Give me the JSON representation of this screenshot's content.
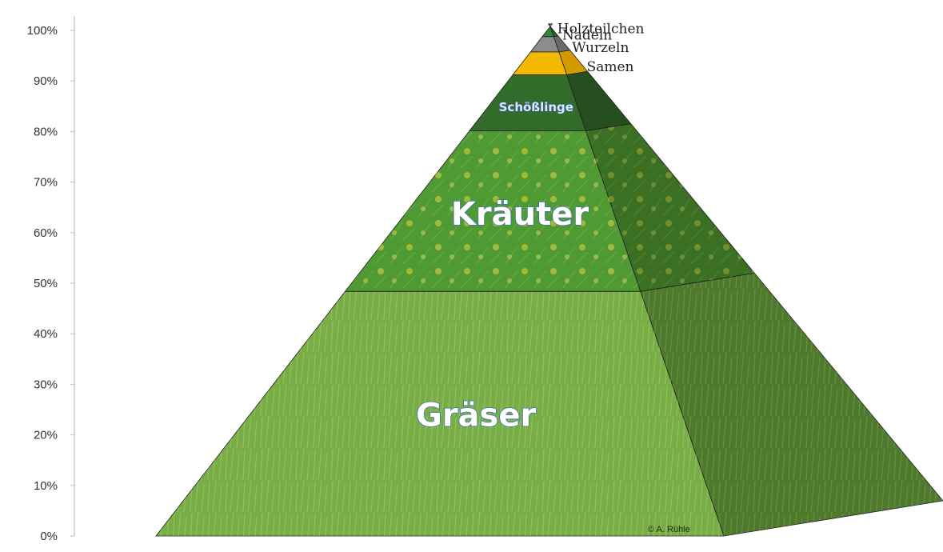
{
  "chart_data": {
    "type": "pyramid",
    "y_ticks": [
      "0%",
      "10%",
      "20%",
      "30%",
      "40%",
      "50%",
      "60%",
      "70%",
      "80%",
      "90%",
      "100%"
    ],
    "ylim": [
      0,
      100
    ],
    "series": [
      {
        "name": "Gräser",
        "value": 48,
        "fill": "#79ad45",
        "side_fill": "#4f7a2d",
        "label_style": "large"
      },
      {
        "name": "Kräuter",
        "value": 31.5,
        "fill": "#4f9a32",
        "side_fill": "#3b6f24",
        "label_style": "large"
      },
      {
        "name": "Schößlinge",
        "value": 11,
        "fill": "#336b2a",
        "side_fill": "#264f20",
        "label_style": "small"
      },
      {
        "name": "Samen",
        "value": 4.5,
        "fill": "#f3b800",
        "side_fill": "#d39a00",
        "label_style": "outside"
      },
      {
        "name": "Wurzeln",
        "value": 3,
        "fill": "#8c8c8c",
        "side_fill": "#6b6b6b",
        "label_style": "outside"
      },
      {
        "name": "Nadeln",
        "value": 2,
        "fill": "#2f8a38",
        "side_fill": "#216329",
        "label_style": "outside"
      },
      {
        "name": "Holzteilchen",
        "value": 0.5,
        "fill": "#d7b98a",
        "side_fill": "#b29363",
        "label_style": "outside"
      }
    ],
    "grid": false,
    "legend": "none"
  },
  "credit": "© A. Rühle"
}
